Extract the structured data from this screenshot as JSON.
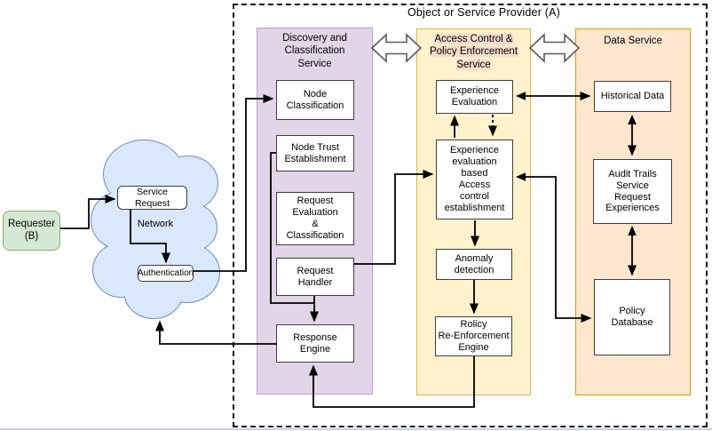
{
  "title": "Object or Service Provider (A)",
  "requester": {
    "label": "Requester\n(B)"
  },
  "network": {
    "label": "Network",
    "service_request": "Service Request",
    "authentication": "Authentication"
  },
  "columns": [
    {
      "id": "discovery-classification-service",
      "header": "Discovery and\nClassification\nService",
      "fill": "#e1d5e7",
      "stroke": "#b9a2c6",
      "nodes": [
        {
          "label": "Node\nClassification"
        },
        {
          "label": "Node Trust\nEstablishment"
        },
        {
          "label": "Request\nEvaluation\n&\nClassification"
        },
        {
          "label": "Request\nHandler"
        },
        {
          "label": "Response\nEngine"
        }
      ]
    },
    {
      "id": "access-control-policy-enforcement-service",
      "header": "Access Control &\nPolicy Enforcement\nService",
      "fill": "#fff2cc",
      "stroke": "#d6b656",
      "nodes": [
        {
          "label": "Experience\nEvaluation"
        },
        {
          "label": "Experience\nevaluation\nbased\nAccess\ncontrol\nestablishment"
        },
        {
          "label": "Anomaly\ndetection"
        },
        {
          "label": "Rolicy\nRe-Enforcement\nEngine"
        }
      ]
    },
    {
      "id": "data-service",
      "header": "Data Service",
      "fill": "#ffe6cc",
      "stroke": "#d79b00",
      "nodes": [
        {
          "label": "Historical Data"
        },
        {
          "label": "Audit Trails\nService\nRequest\nExperiences"
        },
        {
          "label": "Policy\nDatabase"
        }
      ]
    }
  ],
  "palette": {
    "requester_fill": "#d5e8d4",
    "requester_stroke": "#82b366",
    "cloud_fill": "#dae8fc",
    "cloud_stroke": "#6c8ebf",
    "connector": "#000000",
    "block_arrow_fill": "#ffffff",
    "block_arrow_stroke": "#595959",
    "header_highlight": "#f8cecc"
  }
}
